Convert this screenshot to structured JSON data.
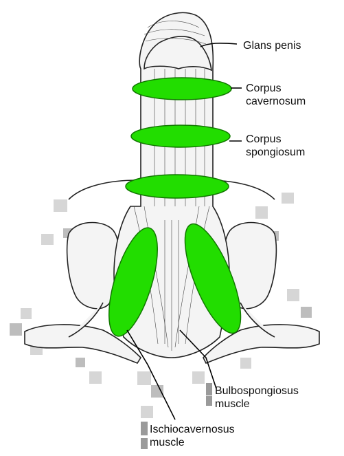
{
  "labels": {
    "glans": "Glans penis",
    "corpus_cav_1": "Corpus",
    "corpus_cav_2": "cavernosum",
    "corpus_spong_1": "Corpus",
    "corpus_spong_2": "spongiosum",
    "bulbo_1": "Bulbospongiosus",
    "bulbo_2": "muscle",
    "ischio_1": "Ischiocavernosus",
    "ischio_2": "muscle"
  },
  "colors": {
    "highlight": "#22dd00",
    "highlight_stroke": "#117700"
  }
}
